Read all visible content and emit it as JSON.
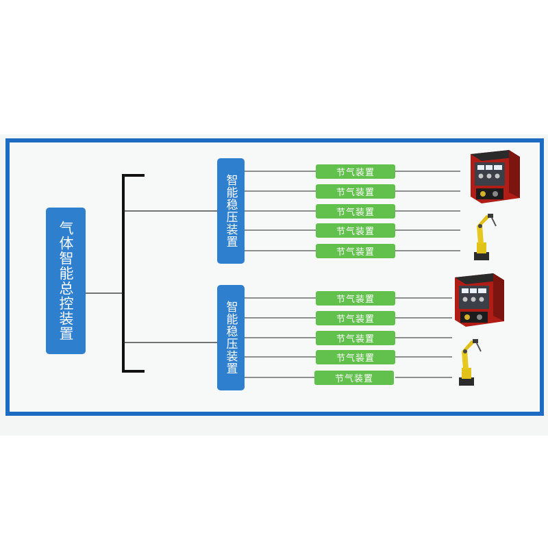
{
  "diagram": {
    "main_unit": "气体智能总控装置",
    "stabilizers": [
      {
        "label": "智能稳压装置",
        "savers": [
          "节气装置",
          "节气装置",
          "节气装置",
          "节气装置",
          "节气装置"
        ],
        "devices": [
          "welding-machine-icon",
          "welding-robot-icon"
        ]
      },
      {
        "label": "智能稳压装置",
        "savers": [
          "节气装置",
          "节气装置",
          "节气装置",
          "节气装置",
          "节气装置"
        ],
        "devices": [
          "welding-machine-icon",
          "welding-robot-icon"
        ]
      }
    ],
    "colors": {
      "frame": "#1d6cc1",
      "box_blue": "#2f7fcf",
      "saver_green": "#62c04c",
      "line": "#222222"
    }
  }
}
